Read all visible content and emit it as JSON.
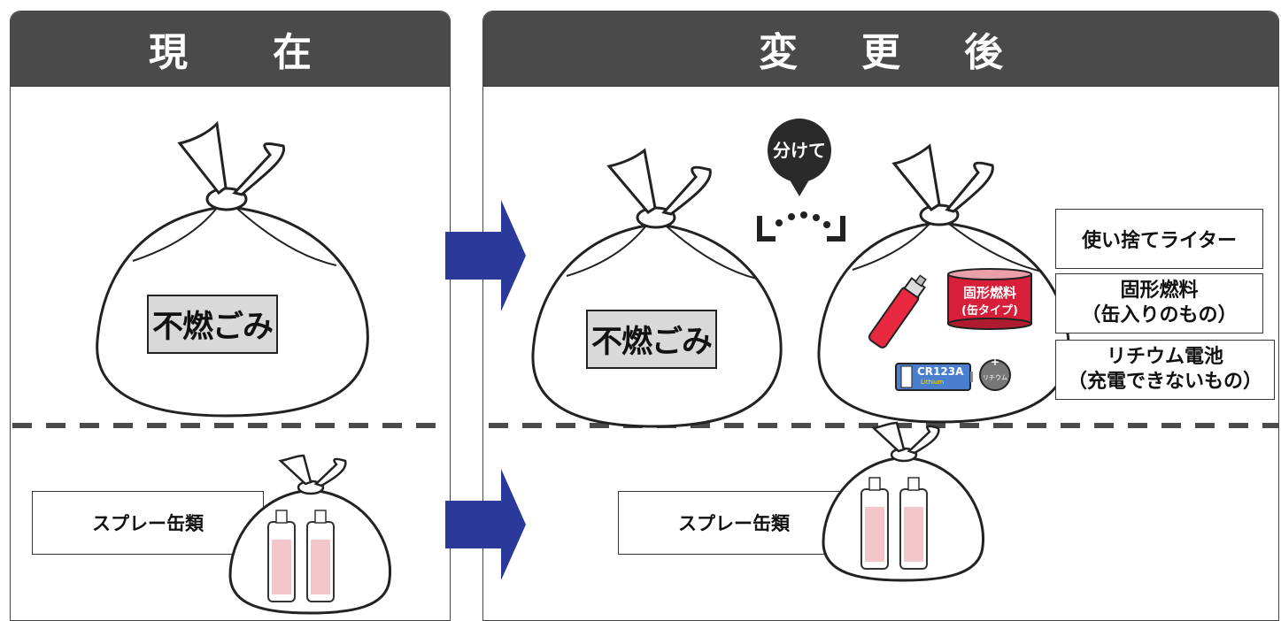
{
  "panels": {
    "current": {
      "title_chars": [
        "現",
        "在"
      ]
    },
    "after": {
      "title_chars": [
        "変",
        "更",
        "後"
      ]
    }
  },
  "bags": {
    "current_label": "不燃ごみ",
    "after_label": "不燃ごみ"
  },
  "callout": {
    "text": "分けて"
  },
  "items": {
    "lighter": "使い捨てライター",
    "solid_fuel_line1": "固形燃料",
    "solid_fuel_line2": "（缶入りのもの）",
    "lithium_line1": "リチウム電池",
    "lithium_line2": "（充電できないもの）"
  },
  "fuel_can": {
    "line1": "固形燃料",
    "line2": "(缶タイプ)"
  },
  "battery": {
    "cr": "CR123A",
    "cr_sub": "Lithium",
    "coin_plus": "+",
    "coin_text": "リチウム"
  },
  "spray": {
    "current_label": "スプレー缶類",
    "after_label": "スプレー缶類"
  },
  "colors": {
    "header": "#4a4a4a",
    "arrow": "#2b3a9a",
    "label_bg": "#d9d9d9",
    "lighter": "#e8283e",
    "fuel_can": "#d81f3a",
    "spray_fill": "#f3c6cc"
  }
}
